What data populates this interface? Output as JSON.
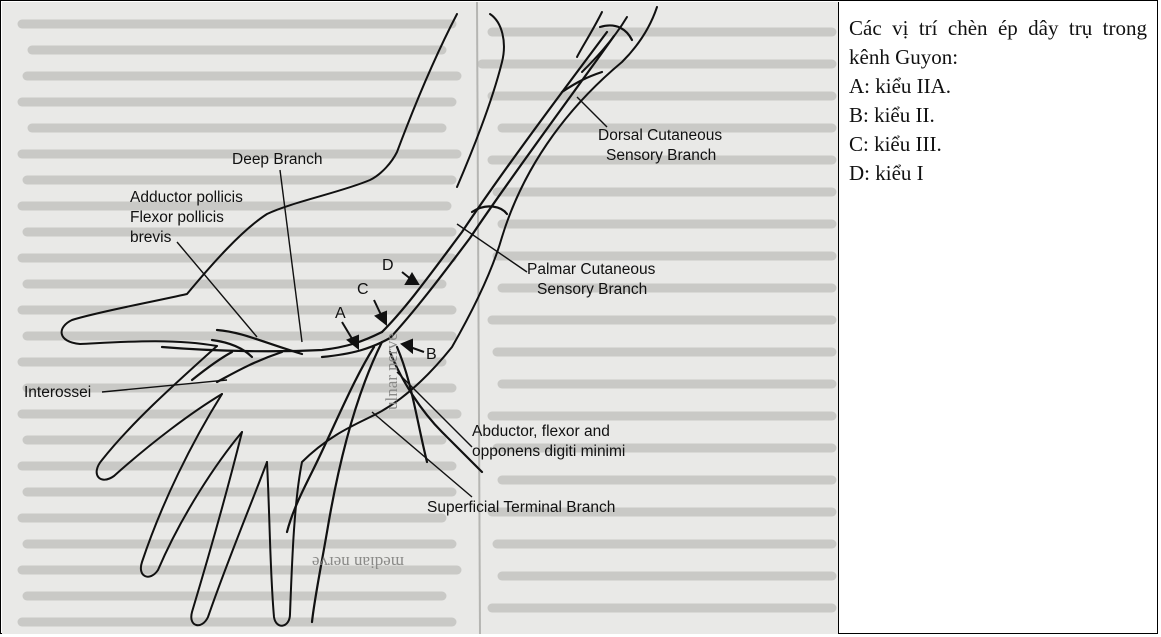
{
  "figure": {
    "labels": {
      "deep_branch": "Deep Branch",
      "adductor_1": "Adductor pollicis",
      "adductor_2": "Flexor pollicis",
      "adductor_3": "brevis",
      "interossei": "Interossei",
      "dorsal_1": "Dorsal Cutaneous",
      "dorsal_2": "Sensory Branch",
      "palmar_1": "Palmar Cutaneous",
      "palmar_2": "Sensory Branch",
      "abductor_1": "Abductor, flexor and",
      "abductor_2": "opponens digiti minimi",
      "superficial": "Superficial Terminal Branch",
      "site_a": "A",
      "site_b": "B",
      "site_c": "C",
      "site_d": "D"
    }
  },
  "caption": {
    "line1": "Các vị trí chèn ép dây trụ trong kênh Guyon:",
    "items": [
      "A: kiểu IIA.",
      "B: kiểu II.",
      "C: kiểu III.",
      "D: kiểu I"
    ]
  }
}
